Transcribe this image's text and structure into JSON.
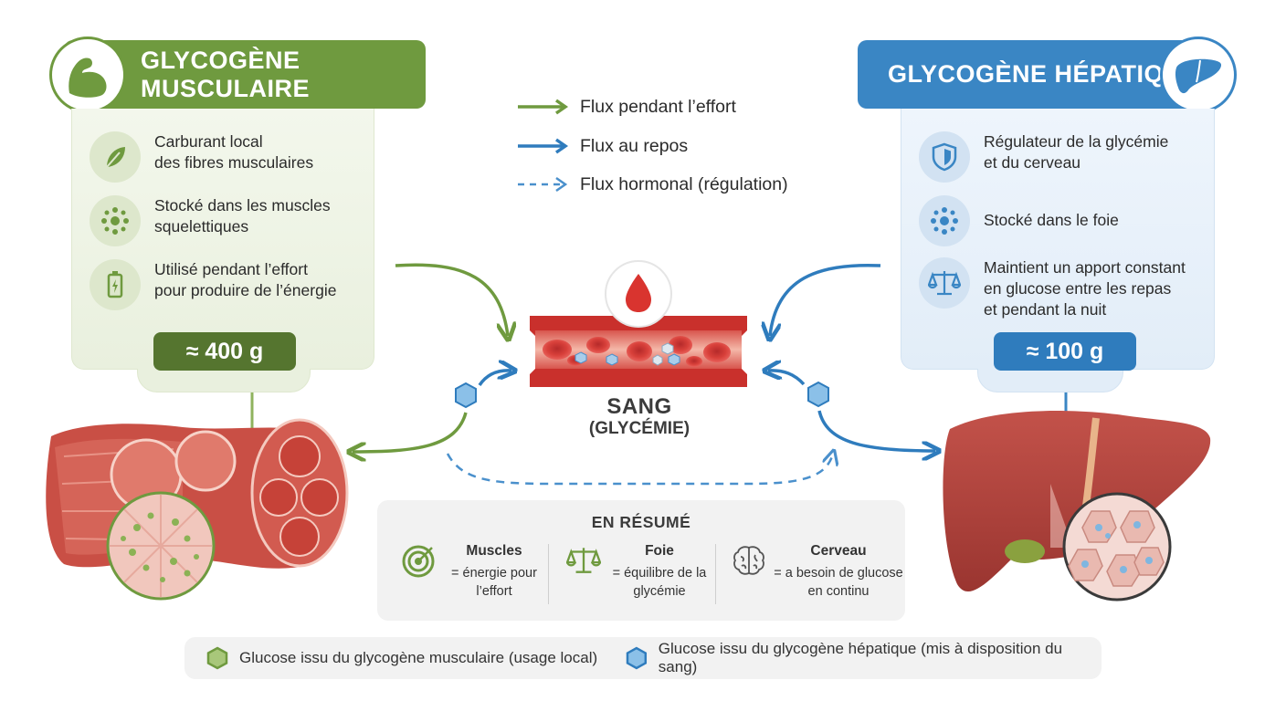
{
  "colors": {
    "muscle_green": "#6f9a3f",
    "liver_blue": "#3a86c4",
    "blood_red": "#c9302c"
  },
  "muscle": {
    "title": "GLYCOGÈNE MUSCULAIRE",
    "icon": "flexed-arm-icon",
    "features": [
      {
        "icon": "leaf-icon",
        "line1": "Carburant local",
        "line2": "des fibres musculaires"
      },
      {
        "icon": "molecule-icon",
        "line1": "Stocké dans les muscles",
        "line2": "squelettiques"
      },
      {
        "icon": "battery-icon",
        "line1": "Utilisé pendant l’effort",
        "line2": "pour produire de l’énergie"
      }
    ],
    "amount": "≈ 400 g"
  },
  "liver": {
    "title": "GLYCOGÈNE HÉPATIQUE",
    "icon": "liver-icon",
    "features": [
      {
        "icon": "shield-icon",
        "line1": "Régulateur de la glycémie",
        "line2": "et du cerveau"
      },
      {
        "icon": "molecule-icon",
        "line1": "Stocké dans le foie"
      },
      {
        "icon": "scale-icon",
        "line1": "Maintient un apport constant",
        "line2": "en glucose entre les repas",
        "line3": "et pendant la nuit"
      }
    ],
    "amount": "≈ 100 g"
  },
  "flow_legend": [
    {
      "style": "solid-green",
      "label": "Flux pendant l’effort"
    },
    {
      "style": "solid-blue",
      "label": "Flux au repos"
    },
    {
      "style": "dashed-blue",
      "label": "Flux hormonal (régulation)"
    }
  ],
  "blood": {
    "label": "SANG",
    "sublabel": "(GLYCÉMIE)",
    "icon": "blood-drop-icon"
  },
  "summary": {
    "title": "EN RÉSUMÉ",
    "items": [
      {
        "icon": "target-icon",
        "name": "Muscles",
        "line1": "= énergie pour",
        "line2": "l’effort"
      },
      {
        "icon": "scale-icon",
        "name": "Foie",
        "line1": "= équilibre de la",
        "line2": "glycémie"
      },
      {
        "icon": "brain-icon",
        "name": "Cerveau",
        "line1": "= a besoin de glucose",
        "line2": "en continu"
      }
    ]
  },
  "bottom_legend": [
    {
      "icon": "green-hexagon-icon",
      "label": "Glucose issu du glycogène musculaire (usage local)"
    },
    {
      "icon": "blue-hexagon-icon",
      "label": "Glucose issu du glycogène hépatique (mis à disposition du sang)"
    }
  ]
}
